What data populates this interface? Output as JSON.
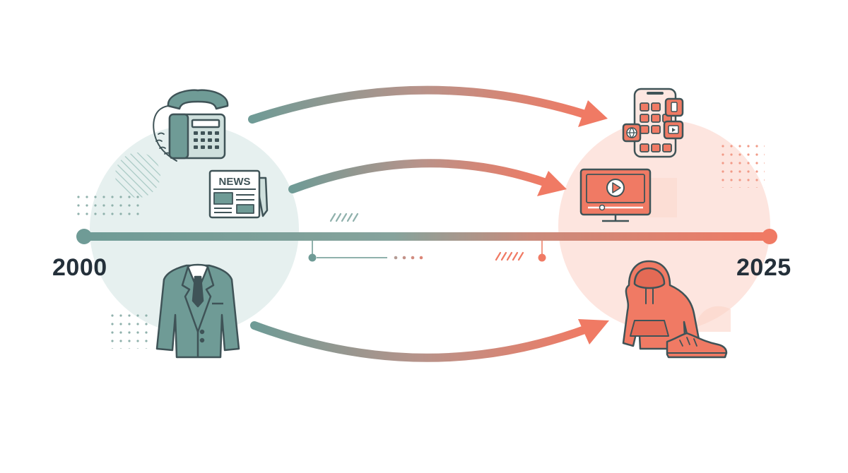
{
  "timeline": {
    "start_year": "2000",
    "end_year": "2025"
  },
  "newspaper": {
    "masthead": "NEWS"
  },
  "transitions": [
    {
      "from": "landline-phone-icon",
      "to": "smartphone-apps-icon"
    },
    {
      "from": "newspaper-icon",
      "to": "streaming-tv-icon"
    },
    {
      "from": "business-suit-icon",
      "to": "hoodie-sneakers-icon"
    }
  ],
  "colors": {
    "past": "#6f9b96",
    "future": "#f07a64",
    "text": "#24303a"
  }
}
